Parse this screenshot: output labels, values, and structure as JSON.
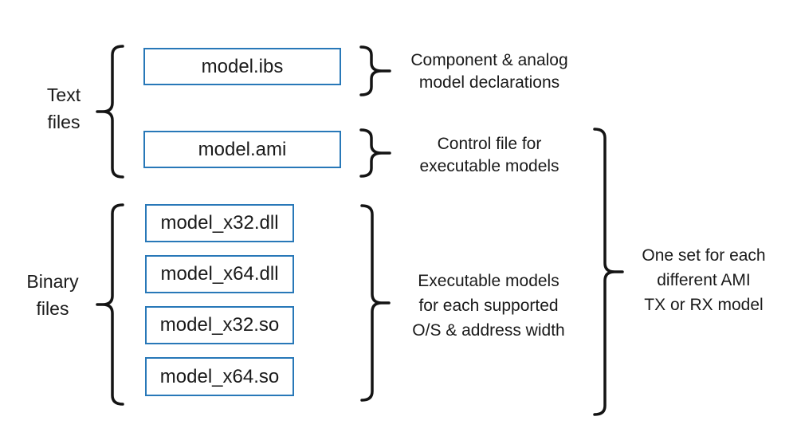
{
  "colors": {
    "background": "#ffffff",
    "box_border": "#2878b8",
    "text": "#1a1a1a",
    "brace": "#141414"
  },
  "groups": {
    "text_files": {
      "label": "Text\nfiles"
    },
    "binary_files": {
      "label": "Binary\nfiles"
    }
  },
  "boxes": {
    "ibs": "model.ibs",
    "ami": "model.ami",
    "x32_dll": "model_x32.dll",
    "x64_dll": "model_x64.dll",
    "x32_so": "model_x32.so",
    "x64_so": "model_x64.so"
  },
  "annotations": {
    "ibs": "Component & analog\nmodel declarations",
    "ami": "Control file for\nexecutable models",
    "binaries": "Executable models\nfor each supported\nO/S & address width",
    "one_set": "One set for each\ndifferent AMI\nTX or RX model"
  }
}
